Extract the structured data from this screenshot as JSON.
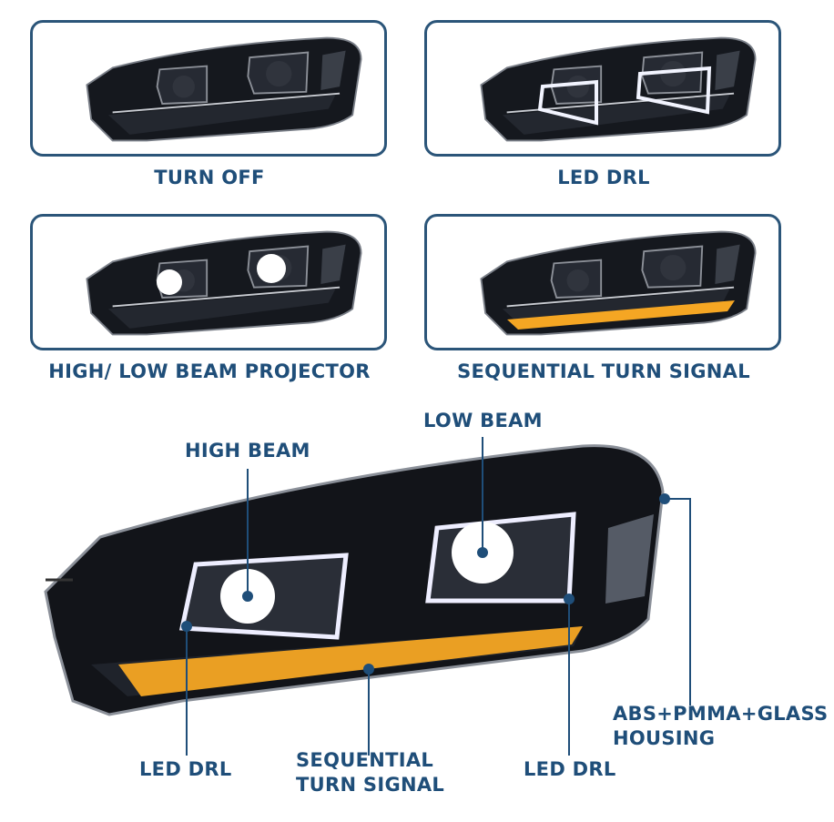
{
  "panels": [
    {
      "caption": "TURN OFF",
      "mode": "off"
    },
    {
      "caption": "LED DRL",
      "mode": "drl"
    },
    {
      "caption": "HIGH/ LOW BEAM PROJECTOR",
      "mode": "beam"
    },
    {
      "caption": "SEQUENTIAL TURN SIGNAL",
      "mode": "turn"
    }
  ],
  "callouts": {
    "high_beam": "HIGH BEAM",
    "low_beam": "LOW BEAM",
    "led_drl_left": "LED DRL",
    "sequential_turn_signal_1": "SEQUENTIAL",
    "sequential_turn_signal_2": "TURN SIGNAL",
    "led_drl_right": "LED DRL",
    "housing_1": "ABS+PMMA+GLASS",
    "housing_2": "HOUSING"
  },
  "colors": {
    "text": "#1f4e79",
    "frame": "#2b5579",
    "amber": "#f5a623"
  }
}
